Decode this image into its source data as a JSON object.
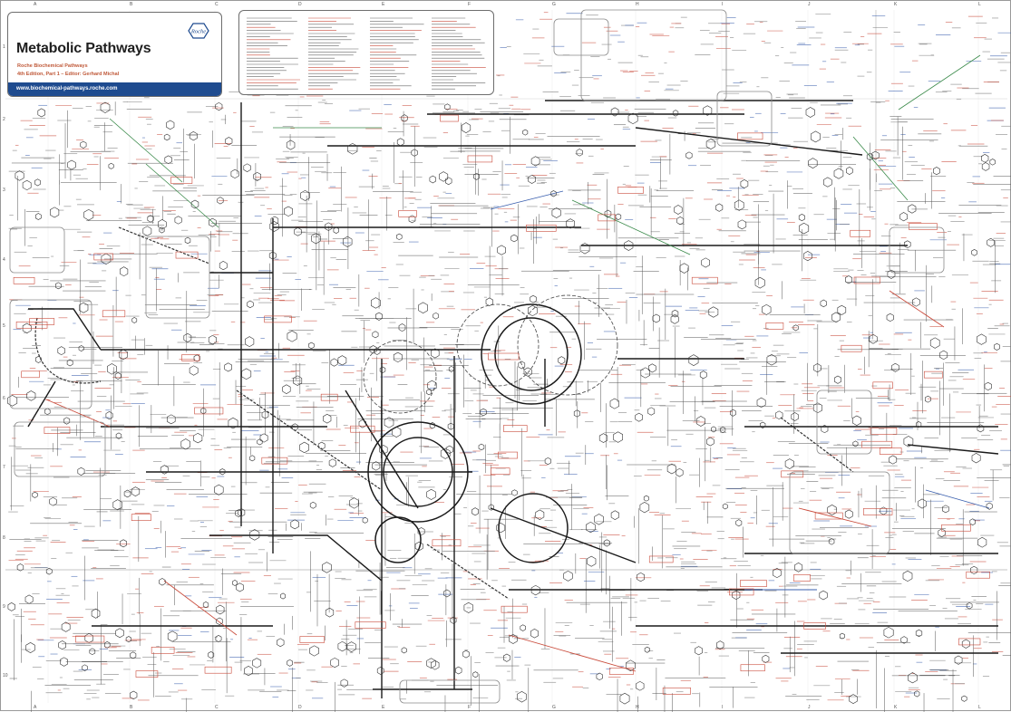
{
  "poster": {
    "title": "Metabolic Pathways",
    "subtitle_1": "Roche Biochemical Pathways",
    "subtitle_2": "4th Edition, Part 1 – Editor: Gerhard Michal",
    "url": "www.biochemical-pathways.roche.com",
    "logo": "Roche"
  },
  "grid": {
    "columns": [
      "A",
      "B",
      "C",
      "D",
      "E",
      "F",
      "G",
      "H",
      "I",
      "J",
      "K",
      "L"
    ],
    "rows": [
      "1",
      "2",
      "3",
      "4",
      "5",
      "6",
      "7",
      "8",
      "9",
      "10"
    ]
  },
  "colors": {
    "brand_blue": "#1e4b8f",
    "enzyme_red": "#c94a3a",
    "cofactor_blue": "#3a5fae",
    "pathway_black": "#1a1a1a",
    "box_grey": "#8a8a8a",
    "green_line": "#3a8a4a"
  }
}
